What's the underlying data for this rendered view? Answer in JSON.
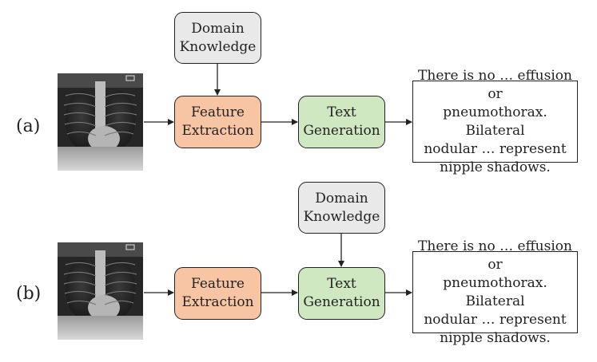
{
  "panels": [
    {
      "label": "(a)",
      "domain_knowledge": "Domain\nKnowledge",
      "feature_extraction": "Feature\nExtraction",
      "text_generation": "Text\nGeneration",
      "report": "There is no … effusion or\npneumothorax. Bilateral\nnodular … represent\nnipple shadows.",
      "knowledge_target": "feature_extraction"
    },
    {
      "label": "(b)",
      "domain_knowledge": "Domain\nKnowledge",
      "feature_extraction": "Feature\nExtraction",
      "text_generation": "Text\nGeneration",
      "report": "There is no … effusion or\npneumothorax. Bilateral\nnodular … represent\nnipple shadows.",
      "knowledge_target": "text_generation"
    }
  ],
  "colors": {
    "domain_knowledge": "#e9e9e9",
    "feature_extraction": "#f7c5a4",
    "text_generation": "#cfe8c2",
    "stroke": "#222222"
  }
}
